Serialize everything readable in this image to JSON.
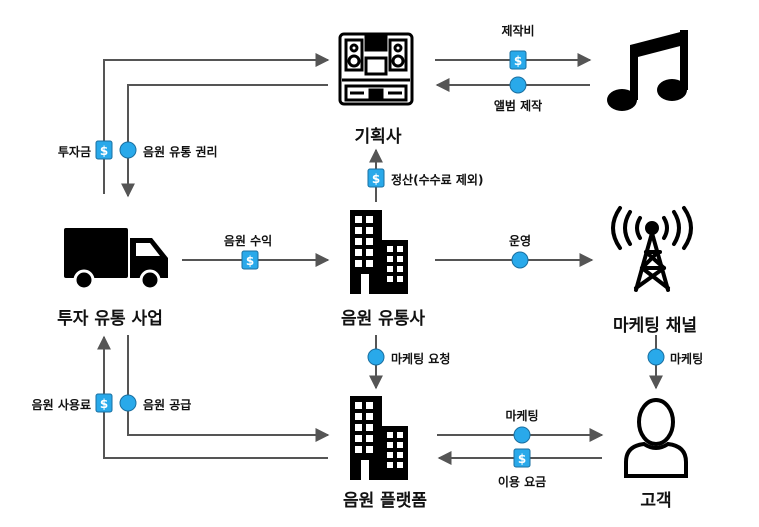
{
  "nodes": {
    "agency": "기획사",
    "investor": "투자 유통 사업",
    "distributor": "음원 유통사",
    "channel": "마케팅 채널",
    "platform": "음원 플랫폼",
    "customer": "고객"
  },
  "edges": {
    "production_cost": "제작비",
    "album_production": "앨범 제작",
    "investment": "투자금",
    "distribution_rights": "음원 유통 권리",
    "settlement": "정산(수수료 제외)",
    "music_revenue": "음원 수익",
    "operation": "운영",
    "marketing_request": "마케팅 요청",
    "marketing_channel": "마케팅",
    "usage_fee_platform": "음원 사용료",
    "music_supply": "음원 공급",
    "marketing_customer": "마케팅",
    "usage_fee_customer": "이용 요금"
  },
  "legend_symbols": {
    "money": "$"
  },
  "colors": {
    "accent": "#29a9ea",
    "arrow": "#555555",
    "icon": "#000000"
  }
}
